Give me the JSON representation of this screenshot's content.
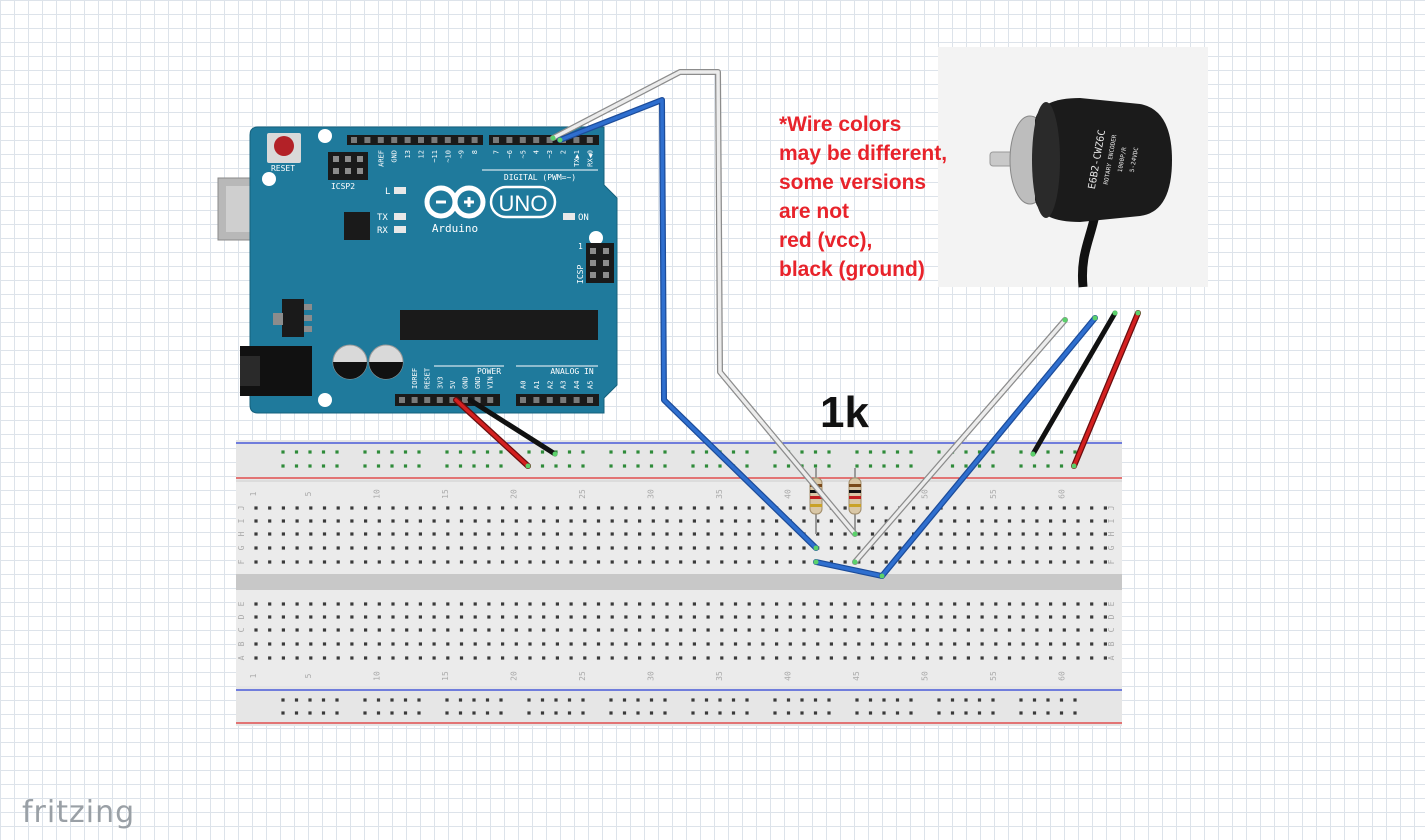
{
  "note": {
    "lines": [
      "*Wire colors",
      "may be different,",
      "some versions",
      "are not",
      "red (vcc),",
      "black (ground)"
    ]
  },
  "resistor_label": "1k",
  "brand": "fritzing",
  "arduino": {
    "reset_label": "RESET",
    "icsp2_label": "ICSP2",
    "icsp_label": "ICSP",
    "led_l": "L",
    "led_tx": "TX",
    "led_rx": "RX",
    "led_on": "ON",
    "logo_text": "UNO",
    "brand_text": "Arduino",
    "digital_label": "DIGITAL (PWM=~)",
    "power_label": "POWER",
    "analog_label": "ANALOG IN",
    "icsp_pin1": "1",
    "top_pins": [
      "AREF",
      "GND",
      "13",
      "12",
      "~11",
      "~10",
      "~9",
      "8",
      "7",
      "~6",
      "~5",
      "4",
      "~3",
      "2",
      "TX▶1",
      "RX◀0"
    ],
    "power_pins": [
      "IOREF",
      "RESET",
      "3V3",
      "5V",
      "GND",
      "GND",
      "VIN"
    ],
    "analog_pins": [
      "A0",
      "A1",
      "A2",
      "A3",
      "A4",
      "A5"
    ]
  },
  "breadboard": {
    "column_numbers": [
      "1",
      "5",
      "10",
      "15",
      "20",
      "25",
      "30",
      "35",
      "40",
      "45",
      "50",
      "55",
      "60"
    ],
    "row_letters_top": [
      "J",
      "I",
      "H",
      "G",
      "F"
    ],
    "row_letters_bottom": [
      "E",
      "D",
      "C",
      "B",
      "A"
    ]
  },
  "encoder": {
    "label_lines": [
      "E6B2-CWZ6C",
      "ROTARY ENCODER",
      "1000P/R",
      "5-24VDC"
    ]
  },
  "colors": {
    "wire_blue": "#2f6fcf",
    "wire_white": "#ececec",
    "wire_red": "#d42020",
    "wire_black": "#1a1a1a",
    "arduino_board": "#1f7a9c",
    "note_red": "#e8232b"
  }
}
